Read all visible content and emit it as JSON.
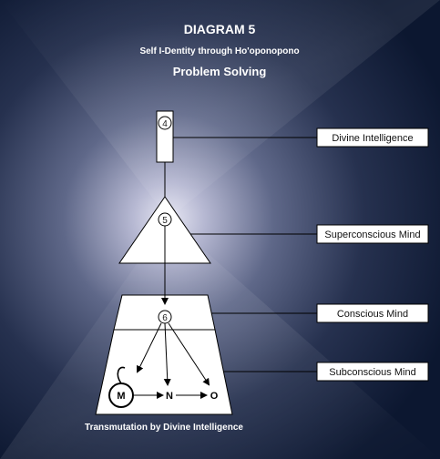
{
  "title": "DIAGRAM 5",
  "subtitle": "Self I-Dentity through Ho'oponopono",
  "heading": "Problem Solving",
  "labels": {
    "divine": "Divine Intelligence",
    "superconscious": "Superconscious Mind",
    "conscious": "Conscious Mind",
    "subconscious": "Subconscious Mind"
  },
  "nodes": {
    "n4": "4",
    "n5": "5",
    "n6": "6"
  },
  "letters": {
    "m": "M",
    "n": "N",
    "o": "O"
  },
  "caption": "Transmutation by Divine Intelligence",
  "colors": {
    "background_dark": "#0e1a33",
    "glow": "#e6e6f2",
    "shape_fill": "#ffffff",
    "line": "#000000"
  }
}
